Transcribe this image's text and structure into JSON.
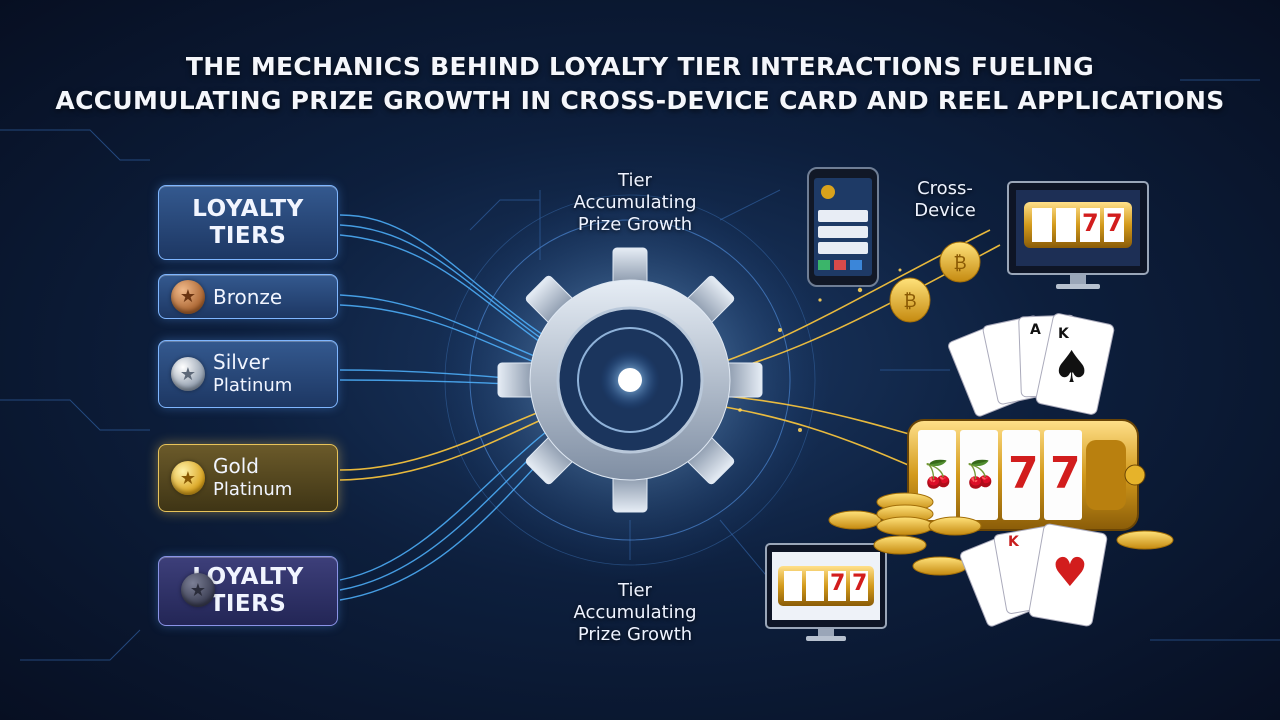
{
  "title": {
    "line1": "THE MECHANICS BEHIND LOYALTY TIER INTERACTIONS FUELING",
    "line2": "ACCUMULATING PRIZE GROWTH IN CROSS-DEVICE CARD AND REEL APPLICATIONS"
  },
  "tiers": {
    "top_heading": {
      "line1": "LOYALTY",
      "line2": "TIERS"
    },
    "bronze": {
      "label": "Bronze"
    },
    "silver": {
      "line1": "Silver",
      "line2": "Platinum"
    },
    "gold": {
      "line1": "Gold",
      "line2": "Platinum"
    },
    "bottom_heading": {
      "line1": "LOYALTY",
      "line2": "TIERS"
    }
  },
  "labels": {
    "top_center": {
      "line1": "Tier",
      "line2": "Accumulating",
      "line3": "Prize Growth"
    },
    "cross_device": {
      "line1": "Cross-",
      "line2": "Device"
    },
    "bottom_center": {
      "line1": "Tier",
      "line2": "Accumulating",
      "line3": "Prize Growth"
    }
  },
  "reel_symbols": {
    "seven": "7",
    "cherry": "🍒"
  },
  "card_symbols": {
    "ace": "A",
    "king": "K",
    "spade": "♠",
    "heart": "♥"
  },
  "colors": {
    "blue_flow": "#4fb3ff",
    "gold_flow": "#ffc93c",
    "panel_border": "#7fb6ff",
    "gold_border": "#e8c35a"
  }
}
